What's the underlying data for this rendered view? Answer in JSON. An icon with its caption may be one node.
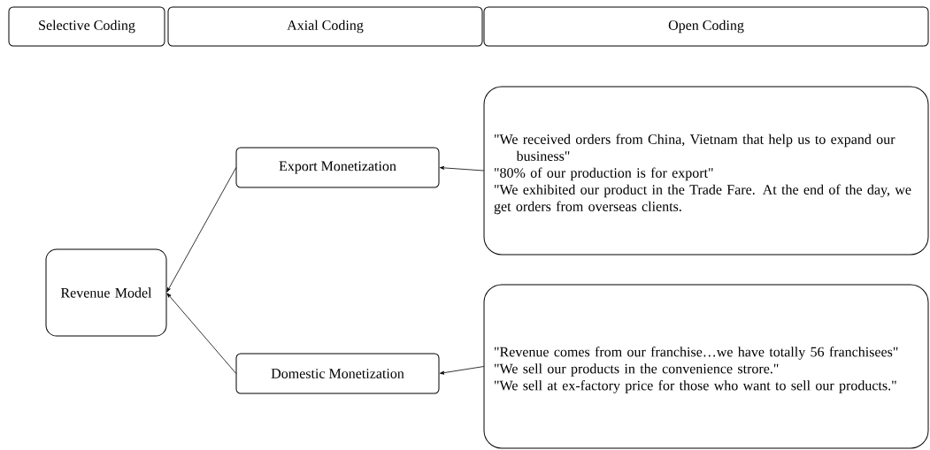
{
  "diagram": {
    "nodes": [
      {
        "text": [
          "Selective Coding"
        ]
      },
      {
        "text": [
          "Axial Coding"
        ]
      },
      {
        "text": [
          "Open Coding"
        ]
      },
      {
        "text": [
          "Revenue Model"
        ]
      },
      {
        "text": [
          "Export Monetization"
        ]
      },
      {
        "text": [
          "Domestic Monetization"
        ]
      },
      {
        "text": [
          "\"We received orders from China, Vietnam that help us to expand our business\"",
          "\"80% of our production is for export\"",
          "\"We exhibited our product in the Trade Fare. At the end of the day, we get orders from overseas clients."
        ]
      },
      {
        "text": [
          "\"Revenue comes from our franchise…we have totally 56 franchisees\"",
          "\"We sell our products in the convenience strore.\"",
          "\"We sell at ex-factory price for those who want to sell our products.\""
        ]
      }
    ],
    "edges": [
      {
        "from": 4,
        "to": 3,
        "arrow": "to"
      },
      {
        "from": 5,
        "to": 3,
        "arrow": "to"
      },
      {
        "from": 6,
        "to": 4,
        "arrow": "to"
      },
      {
        "from": 7,
        "to": 5,
        "arrow": "to"
      }
    ]
  }
}
